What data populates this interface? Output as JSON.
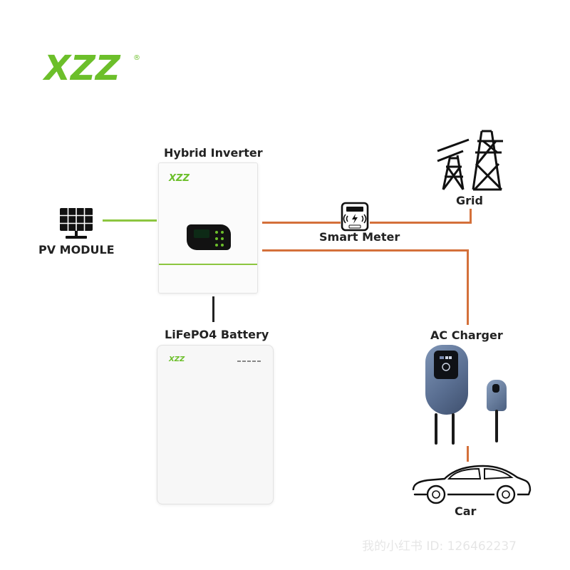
{
  "brand": {
    "logo": "XZZ",
    "registered_mark": "®"
  },
  "labels": {
    "hybrid_inverter": "Hybrid Inverter",
    "pv_module": "PV MODULE",
    "smart_meter": "Smart Meter",
    "grid": "Grid",
    "battery": "LiFePO4 Battery",
    "ac_charger": "AC Charger",
    "car": "Car"
  },
  "inverter": {
    "logo": "XZZ"
  },
  "battery_unit": {
    "logo": "XZZ"
  },
  "watermark": "我的小红书 ID: 126462237",
  "colors": {
    "brand_green": "#6cbf2a",
    "dc_line": "#8cc63f",
    "ac_line": "#d4703a"
  },
  "icons": [
    "solar-panel-icon",
    "smart-meter-icon",
    "transmission-tower-icon",
    "car-icon",
    "ev-charger-icon"
  ]
}
